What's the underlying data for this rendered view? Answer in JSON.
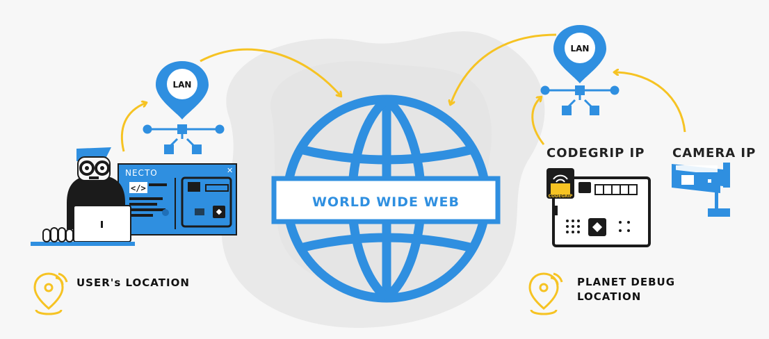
{
  "colors": {
    "background": "#f7f7f7",
    "blob": "#e8e8e8",
    "blue": "#2f8fe0",
    "yellow": "#f6c323",
    "dark": "#1b1b1b"
  },
  "globe": {
    "label": "WORLD WIDE WEB"
  },
  "lan_pins": [
    {
      "label": "LAN"
    },
    {
      "label": "LAN"
    }
  ],
  "user": {
    "app_title": "NECTO",
    "code_icon_text": "</>",
    "location_label": "USER's LOCATION",
    "icons": [
      "developer-icon",
      "laptop-icon",
      "location-pin-icon"
    ]
  },
  "remote": {
    "codegrip_label": "CODEGRIP IP",
    "camera_label": "CAMERA IP",
    "codegrip_logo_text": "CODEGRIP",
    "location_line1": "PLANET DEBUG",
    "location_line2": "LOCATION",
    "icons": [
      "codegrip-board-icon",
      "security-camera-icon",
      "location-pin-icon"
    ]
  }
}
